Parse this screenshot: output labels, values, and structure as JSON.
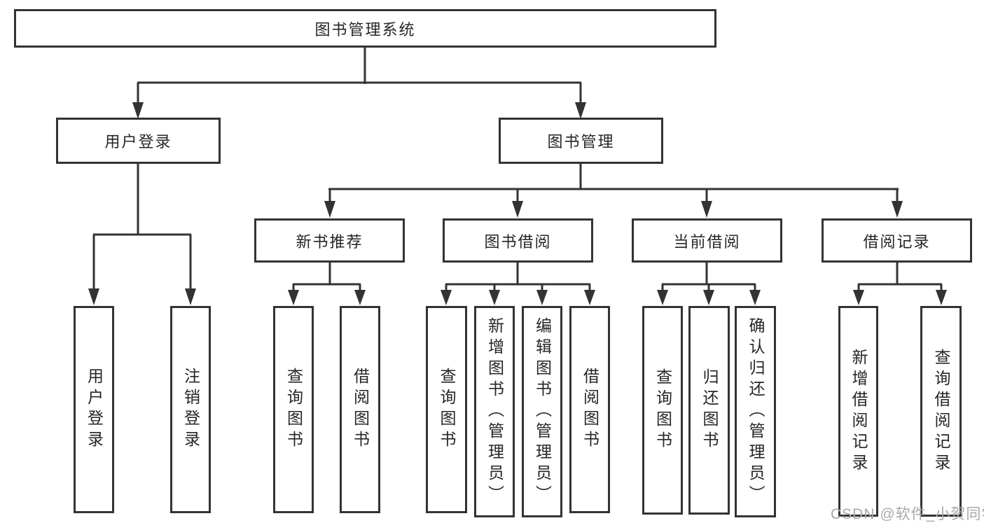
{
  "diagram": {
    "title": "图书管理系统",
    "level2": [
      {
        "label": "用户登录",
        "children": [
          "用户登录",
          "注销登录"
        ]
      },
      {
        "label": "图书管理"
      }
    ],
    "level3": [
      {
        "label": "新书推荐",
        "children": [
          "查询图书",
          "借阅图书"
        ]
      },
      {
        "label": "图书借阅",
        "children": [
          "查询图书",
          "新增图书（管理员）",
          "编辑图书（管理员）",
          "借阅图书"
        ]
      },
      {
        "label": "当前借阅",
        "children": [
          "查询图书",
          "归还图书",
          "确认归还（管理员）"
        ]
      },
      {
        "label": "借阅记录",
        "children": [
          "新增借阅记录",
          "查询借阅记录"
        ]
      }
    ]
  },
  "watermark": {
    "text": "CSDN @软件_小贺同学",
    "color": "#a8a8a8"
  },
  "colors": {
    "line": "#333333",
    "box_border": "#333333",
    "text": "#262626",
    "background": "#ffffff"
  }
}
